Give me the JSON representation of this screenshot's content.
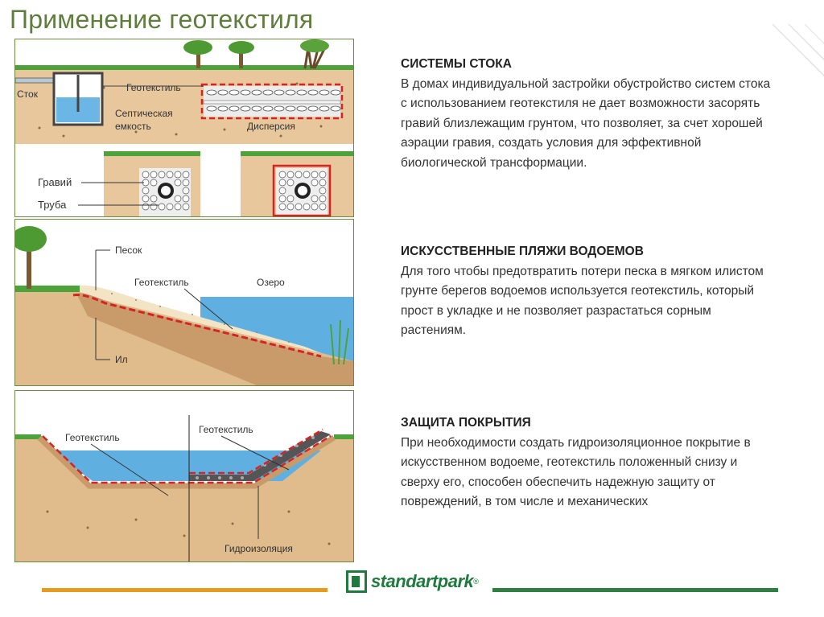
{
  "title": "Применение геотекстиля",
  "diagram1": {
    "labels": {
      "stok": "Сток",
      "geotextile": "Геотекстиль",
      "septic_line1": "Септическая",
      "septic_line2": "емкость",
      "dispersion": "Дисперсия",
      "gravel": "Гравий",
      "pipe": "Труба"
    }
  },
  "diagram2": {
    "labels": {
      "sand": "Песок",
      "geotextile": "Геотекстиль",
      "lake": "Озеро",
      "silt": "Ил"
    }
  },
  "diagram3": {
    "labels": {
      "geotextile_left": "Геотекстиль",
      "geotextile_right": "Геотекстиль",
      "waterproofing": "Гидроизоляция"
    }
  },
  "sections": [
    {
      "heading": "СИСТЕМЫ СТОКА",
      "body": "В домах индивидуальной застройки обустройство систем стока с использованием геотекстиля не дает возможности засорять гравий близлежащим грунтом, что позволяет, за счет хорошей аэрации гравия, создать условия для эффективной биологической трансформации."
    },
    {
      "heading": "ИСКУССТВЕННЫЕ ПЛЯЖИ ВОДОЕМОВ",
      "body": "Для того чтобы предотвратить потери песка в мягком илистом грунте берегов водоемов используется геотекстиль, который прост в укладке и не позволяет разрастаться сорным растениям."
    },
    {
      "heading": "ЗАЩИТА ПОКРЫТИЯ",
      "body": "При необходимости создать гидроизоляционное покрытие в искусственном водоеме, геотекстиль положенный снизу и сверху его, способен обеспечить надежную защиту от повреждений, в том числе и механических"
    }
  ],
  "logo": {
    "text": "standartpark",
    "registered": "®"
  },
  "colors": {
    "title": "#5f7d3c",
    "soil": "#e3c49a",
    "water": "#5fb0e0",
    "geotextile": "#d62424",
    "grass": "#3f9a2c",
    "footer_orange": "#e79a1e",
    "footer_green": "#2f7e42"
  }
}
